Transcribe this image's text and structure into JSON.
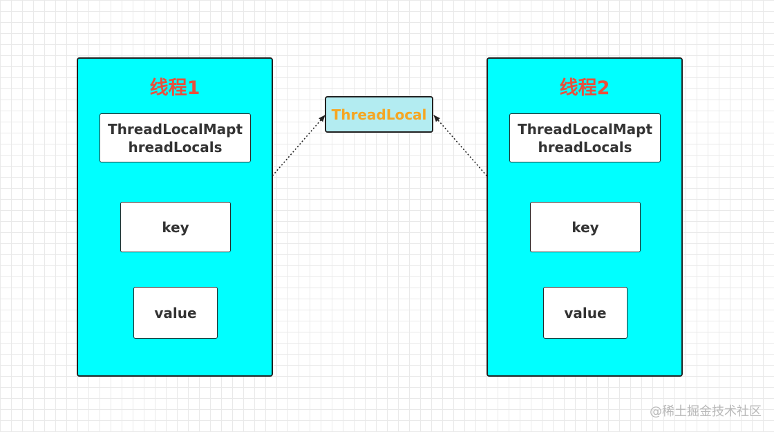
{
  "threadlocal": {
    "label": "ThreadLocal"
  },
  "threads": [
    {
      "title": "线程1",
      "map_line1": "ThreadLocalMapt",
      "map_line2": "hreadLocals",
      "key": "key",
      "value": "value"
    },
    {
      "title": "线程2",
      "map_line1": "ThreadLocalMapt",
      "map_line2": "hreadLocals",
      "key": "key",
      "value": "value"
    }
  ],
  "watermark": "@稀土掘金技术社区",
  "colors": {
    "panel_fill": "#00ffff",
    "title": "#e8503c",
    "threadlocal_fill": "#b3ecf1",
    "threadlocal_text": "#f5a623"
  }
}
